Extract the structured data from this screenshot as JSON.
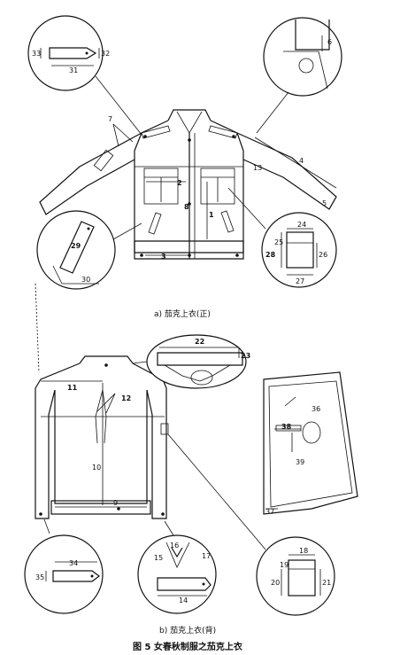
{
  "captions": {
    "front": "a) 茄克上衣(正)",
    "back": "b) 茄克上衣(背)",
    "figure_title": "图 5    女春秋制服之茄克上衣"
  },
  "front_labels": {
    "n1": "1",
    "n2": "2",
    "n3": "3",
    "n4": "4",
    "n5": "5",
    "n6": "6",
    "n7": "7",
    "n8": "8",
    "n13": "13",
    "n24": "24",
    "n25": "25",
    "n26": "26",
    "n27": "27",
    "n28": "28",
    "n29": "29",
    "n30": "30",
    "n31": "31",
    "n32": "32",
    "n33": "33"
  },
  "back_labels": {
    "n9": "9",
    "n10": "10",
    "n11": "11",
    "n12": "12",
    "n14": "14",
    "n15": "15",
    "n16": "16",
    "n17": "17",
    "n18": "18",
    "n19": "19",
    "n20": "20",
    "n21": "21",
    "n22": "22",
    "n23": "23",
    "n34": "34",
    "n35": "35",
    "n36": "36",
    "n37": "37",
    "n38": "38",
    "n39": "39"
  }
}
